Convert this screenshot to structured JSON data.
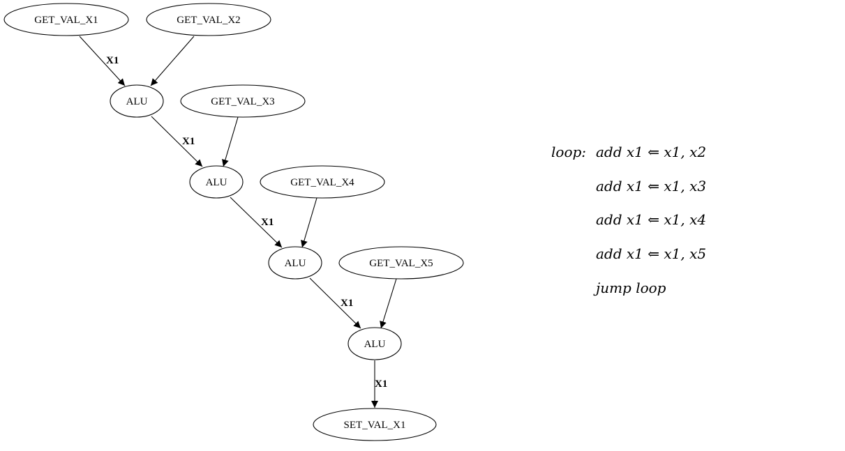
{
  "diagram": {
    "nodes": [
      {
        "id": "get1",
        "label": "GET_VAL_X1"
      },
      {
        "id": "get2",
        "label": "GET_VAL_X2"
      },
      {
        "id": "alu1",
        "label": "ALU"
      },
      {
        "id": "get3",
        "label": "GET_VAL_X3"
      },
      {
        "id": "alu2",
        "label": "ALU"
      },
      {
        "id": "get4",
        "label": "GET_VAL_X4"
      },
      {
        "id": "alu3",
        "label": "ALU"
      },
      {
        "id": "get5",
        "label": "GET_VAL_X5"
      },
      {
        "id": "alu4",
        "label": "ALU"
      },
      {
        "id": "set1",
        "label": "SET_VAL_X1"
      }
    ],
    "edges": [
      {
        "from": "get1",
        "to": "alu1",
        "label": "X1"
      },
      {
        "from": "get2",
        "to": "alu1",
        "label": ""
      },
      {
        "from": "alu1",
        "to": "alu2",
        "label": "X1"
      },
      {
        "from": "get3",
        "to": "alu2",
        "label": ""
      },
      {
        "from": "alu2",
        "to": "alu3",
        "label": "X1"
      },
      {
        "from": "get4",
        "to": "alu3",
        "label": ""
      },
      {
        "from": "alu3",
        "to": "alu4",
        "label": "X1"
      },
      {
        "from": "get5",
        "to": "alu4",
        "label": ""
      },
      {
        "from": "alu4",
        "to": "set1",
        "label": "X1"
      }
    ]
  },
  "assembly": {
    "label": "loop:",
    "lines": [
      "add x1 ⇐ x1, x2",
      "add x1 ⇐ x1, x3",
      "add x1 ⇐ x1, x4",
      "add x1 ⇐ x1, x5",
      "jump loop"
    ]
  }
}
